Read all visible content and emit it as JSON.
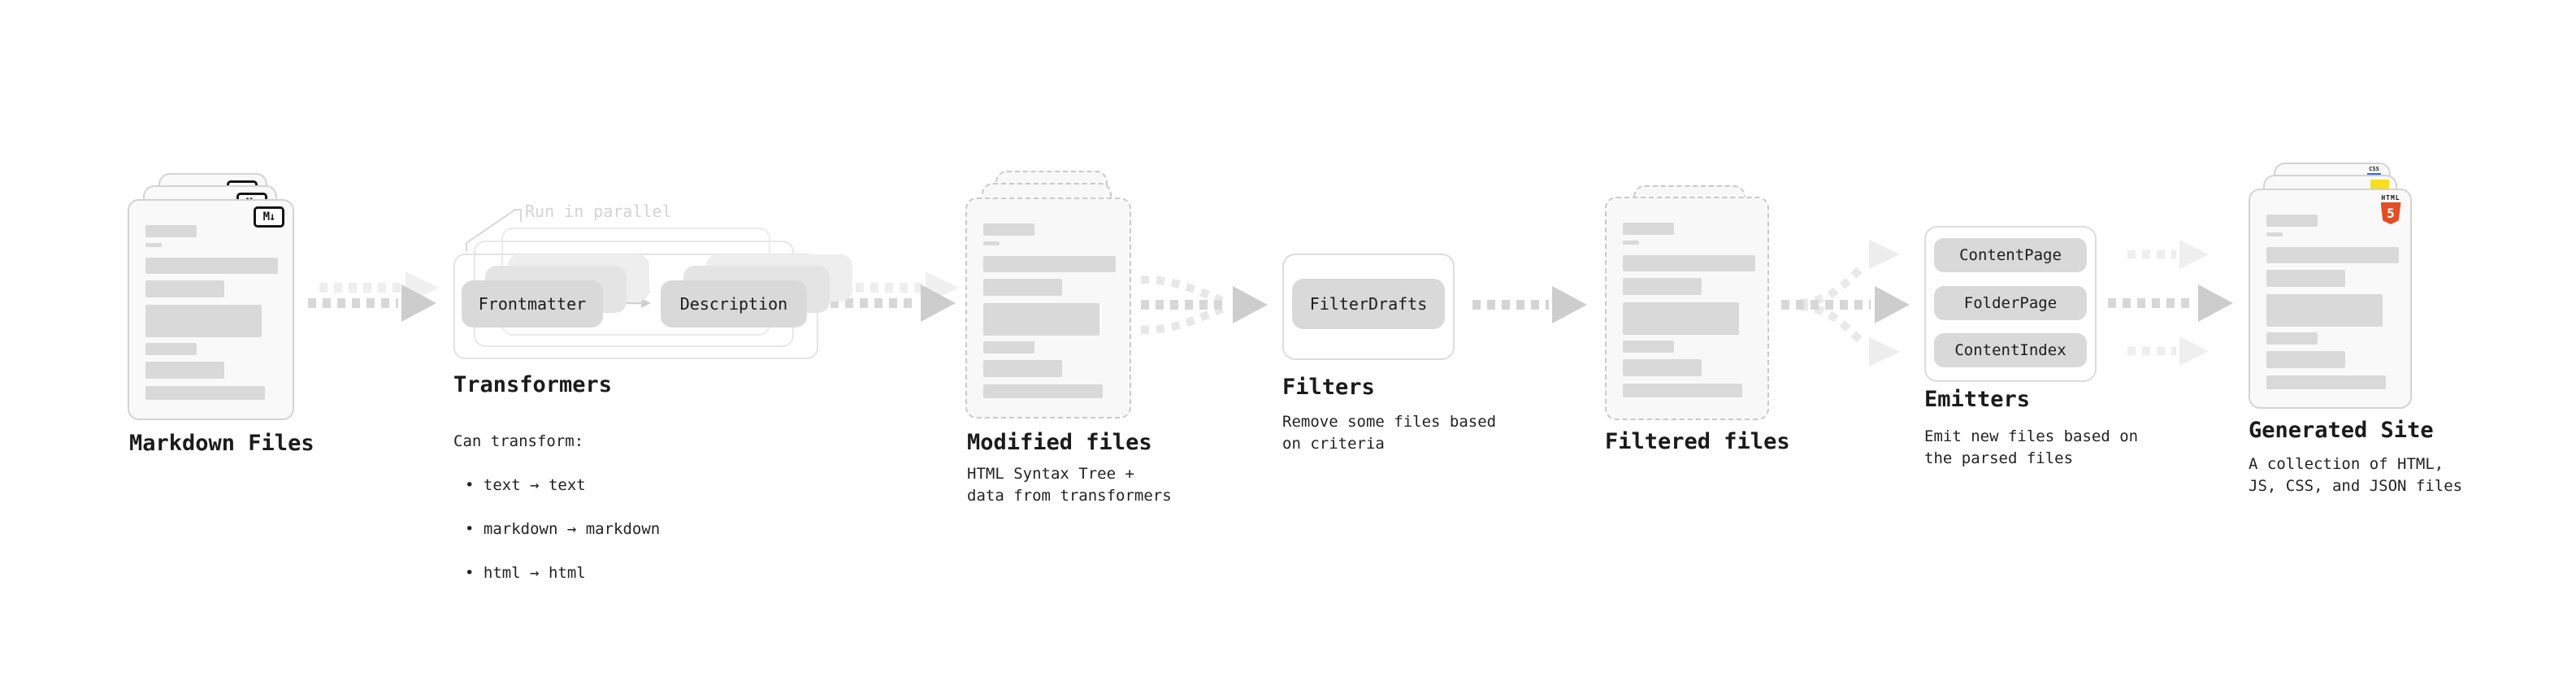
{
  "sections": {
    "markdown_files": {
      "label": "Markdown Files"
    },
    "transformers": {
      "label": "Transformers",
      "annotation": "Run in parallel",
      "steps": [
        "Frontmatter",
        "Description"
      ],
      "body_heading": "Can transform:",
      "bullets": [
        "• text → text",
        "• markdown → markdown",
        "• html → html"
      ]
    },
    "modified_files": {
      "label": "Modified files",
      "subtitle": "HTML Syntax Tree +\ndata from transformers"
    },
    "filters": {
      "label": "Filters",
      "steps": [
        "FilterDrafts"
      ],
      "subtitle": "Remove some files based\non criteria"
    },
    "filtered_files": {
      "label": "Filtered files"
    },
    "emitters": {
      "label": "Emitters",
      "steps": [
        "ContentPage",
        "FolderPage",
        "ContentIndex"
      ],
      "subtitle": "Emit new files based on\nthe parsed files"
    },
    "generated_site": {
      "label": "Generated Site",
      "subtitle": "A collection of HTML,\nJS, CSS, and JSON files"
    }
  },
  "icons": {
    "markdown_badge": "M↓",
    "html5_word": "HTML",
    "html5_number": "5",
    "css_word": "CSS"
  },
  "colors": {
    "html5_orange": "#e44d26",
    "js_yellow": "#f7df1e",
    "css_blue": "#2b6bf3",
    "bar_gray": "#d9d9d9",
    "pill_gray": "#d9d9d9",
    "arrow_gray": "#cdcdcd"
  }
}
